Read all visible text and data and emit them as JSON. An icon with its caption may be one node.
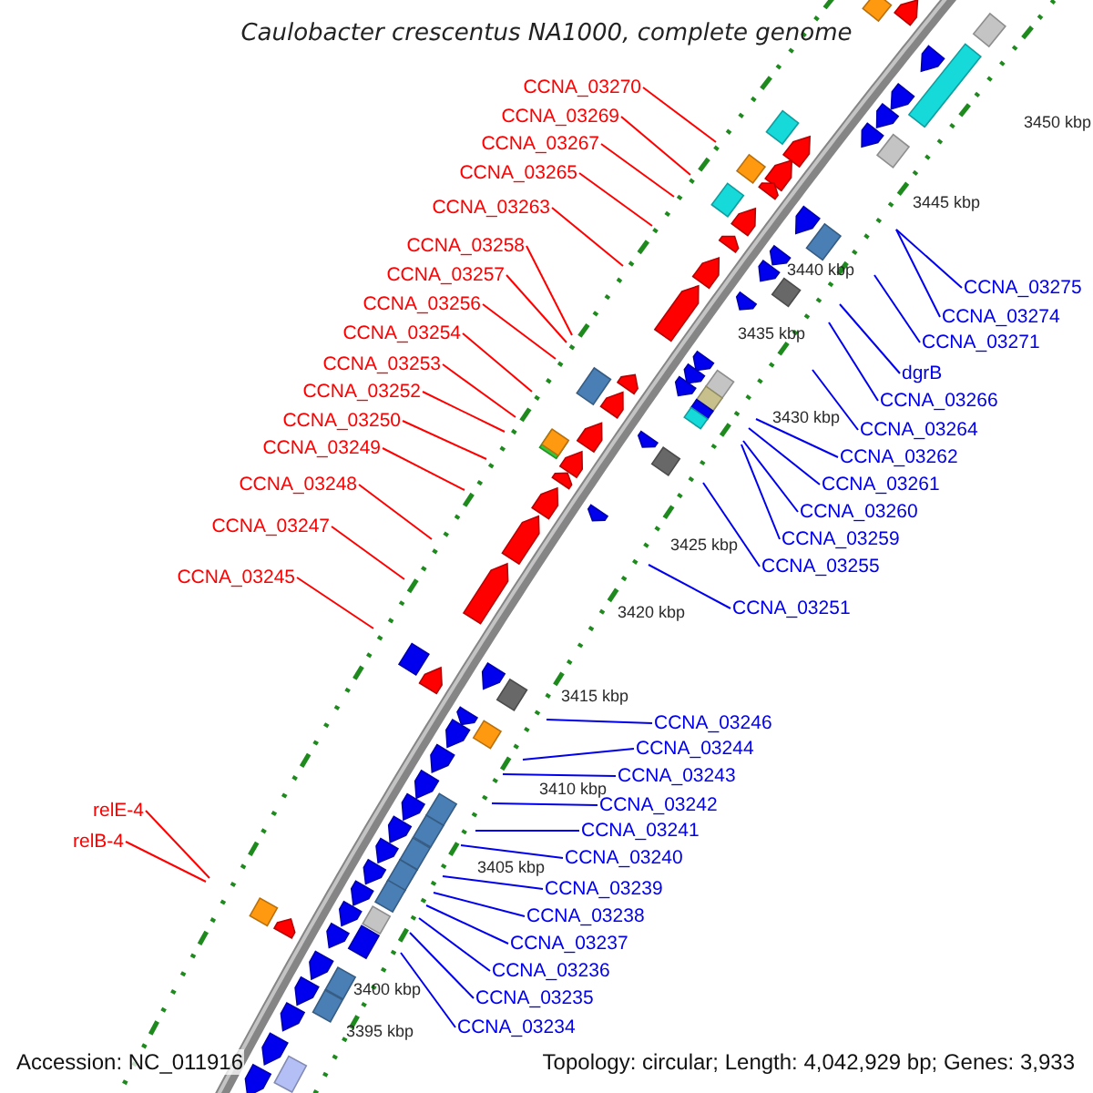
{
  "diagram": {
    "title": "Caulobacter crescentus NA1000, complete genome",
    "nodes": [
      {
        "text": [
          "CCNA_03270"
        ]
      },
      {
        "text": [
          "CCNA_03269"
        ]
      },
      {
        "text": [
          "CCNA_03267"
        ]
      },
      {
        "text": [
          "CCNA_03265"
        ]
      },
      {
        "text": [
          "CCNA_03263"
        ]
      },
      {
        "text": [
          "CCNA_03258"
        ]
      },
      {
        "text": [
          "CCNA_03257"
        ]
      },
      {
        "text": [
          "CCNA_03256"
        ]
      },
      {
        "text": [
          "CCNA_03254"
        ]
      },
      {
        "text": [
          "CCNA_03253"
        ]
      },
      {
        "text": [
          "CCNA_03252"
        ]
      },
      {
        "text": [
          "CCNA_03250"
        ]
      },
      {
        "text": [
          "CCNA_03249"
        ]
      },
      {
        "text": [
          "CCNA_03248"
        ]
      },
      {
        "text": [
          "CCNA_03247"
        ]
      },
      {
        "text": [
          "CCNA_03245"
        ]
      },
      {
        "text": [
          "relE-4"
        ]
      },
      {
        "text": [
          "relB-4"
        ]
      },
      {
        "text": [
          "CCNA_03275"
        ]
      },
      {
        "text": [
          "CCNA_03274"
        ]
      },
      {
        "text": [
          "CCNA_03271"
        ]
      },
      {
        "text": [
          "dgrB"
        ]
      },
      {
        "text": [
          "CCNA_03266"
        ]
      },
      {
        "text": [
          "CCNA_03264"
        ]
      },
      {
        "text": [
          "CCNA_03262"
        ]
      },
      {
        "text": [
          "CCNA_03261"
        ]
      },
      {
        "text": [
          "CCNA_03260"
        ]
      },
      {
        "text": [
          "CCNA_03259"
        ]
      },
      {
        "text": [
          "CCNA_03255"
        ]
      },
      {
        "text": [
          "CCNA_03251"
        ]
      },
      {
        "text": [
          "CCNA_03246"
        ]
      },
      {
        "text": [
          "CCNA_03244"
        ]
      },
      {
        "text": [
          "CCNA_03243"
        ]
      },
      {
        "text": [
          "CCNA_03242"
        ]
      },
      {
        "text": [
          "CCNA_03241"
        ]
      },
      {
        "text": [
          "CCNA_03240"
        ]
      },
      {
        "text": [
          "CCNA_03239"
        ]
      },
      {
        "text": [
          "CCNA_03238"
        ]
      },
      {
        "text": [
          "CCNA_03237"
        ]
      },
      {
        "text": [
          "CCNA_03236"
        ]
      },
      {
        "text": [
          "CCNA_03235"
        ]
      },
      {
        "text": [
          "CCNA_03234"
        ]
      }
    ],
    "edges": [
      {
        "from": 0,
        "to": null,
        "arrow": "none",
        "color": "#ff0000"
      },
      {
        "from": 1,
        "to": null,
        "arrow": "none",
        "color": "#ff0000"
      },
      {
        "from": 2,
        "to": null,
        "arrow": "none",
        "color": "#ff0000"
      },
      {
        "from": 3,
        "to": null,
        "arrow": "none",
        "color": "#ff0000"
      },
      {
        "from": 4,
        "to": null,
        "arrow": "none",
        "color": "#ff0000"
      },
      {
        "from": 5,
        "to": null,
        "arrow": "none",
        "color": "#ff0000"
      },
      {
        "from": 6,
        "to": null,
        "arrow": "none",
        "color": "#ff0000"
      },
      {
        "from": 7,
        "to": null,
        "arrow": "none",
        "color": "#ff0000"
      },
      {
        "from": 8,
        "to": null,
        "arrow": "none",
        "color": "#ff0000"
      },
      {
        "from": 9,
        "to": null,
        "arrow": "none",
        "color": "#ff0000"
      },
      {
        "from": 10,
        "to": null,
        "arrow": "none",
        "color": "#ff0000"
      },
      {
        "from": 11,
        "to": null,
        "arrow": "none",
        "color": "#ff0000"
      },
      {
        "from": 12,
        "to": null,
        "arrow": "none",
        "color": "#ff0000"
      },
      {
        "from": 13,
        "to": null,
        "arrow": "none",
        "color": "#ff0000"
      },
      {
        "from": 14,
        "to": null,
        "arrow": "none",
        "color": "#ff0000"
      },
      {
        "from": 15,
        "to": null,
        "arrow": "none",
        "color": "#ff0000"
      },
      {
        "from": 16,
        "to": null,
        "arrow": "none",
        "color": "#ff0000"
      },
      {
        "from": 17,
        "to": null,
        "arrow": "none",
        "color": "#ff0000"
      },
      {
        "from": 18,
        "to": null,
        "arrow": "none"
      },
      {
        "from": 19,
        "to": null,
        "arrow": "none"
      },
      {
        "from": 20,
        "to": null,
        "arrow": "none"
      },
      {
        "from": 21,
        "to": null,
        "arrow": "none"
      },
      {
        "from": 22,
        "to": null,
        "arrow": "none"
      },
      {
        "from": 23,
        "to": null,
        "arrow": "none"
      },
      {
        "from": 24,
        "to": null,
        "arrow": "none"
      },
      {
        "from": 25,
        "to": null,
        "arrow": "none"
      },
      {
        "from": 26,
        "to": null,
        "arrow": "none"
      },
      {
        "from": 27,
        "to": null,
        "arrow": "none"
      },
      {
        "from": 28,
        "to": null,
        "arrow": "none"
      },
      {
        "from": 29,
        "to": null,
        "arrow": "none"
      },
      {
        "from": 30,
        "to": null,
        "arrow": "none"
      },
      {
        "from": 31,
        "to": null,
        "arrow": "none"
      },
      {
        "from": 32,
        "to": null,
        "arrow": "none"
      },
      {
        "from": 33,
        "to": null,
        "arrow": "none"
      },
      {
        "from": 34,
        "to": null,
        "arrow": "none"
      },
      {
        "from": 35,
        "to": null,
        "arrow": "none"
      },
      {
        "from": 36,
        "to": null,
        "arrow": "none"
      },
      {
        "from": 37,
        "to": null,
        "arrow": "none"
      },
      {
        "from": 38,
        "to": null,
        "arrow": "none"
      },
      {
        "from": 39,
        "to": null,
        "arrow": "none"
      },
      {
        "from": 40,
        "to": null,
        "arrow": "none"
      },
      {
        "from": 41,
        "to": null,
        "arrow": "none"
      }
    ],
    "labels": [
      "3450 kbp",
      "3445 kbp",
      "3440 kbp",
      "3435 kbp",
      "3430 kbp",
      "3425 kbp",
      "3420 kbp",
      "3415 kbp",
      "3410 kbp",
      "3405 kbp",
      "3400 kbp",
      "3395 kbp",
      "Accession: NC_011916",
      "Topology: circular; Length: 4,042,929 bp; Genes: 3,933"
    ]
  }
}
